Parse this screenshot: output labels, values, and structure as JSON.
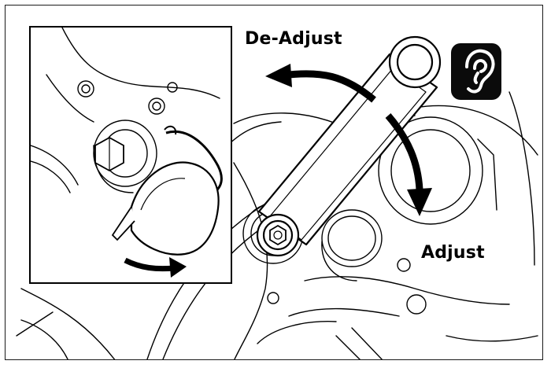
{
  "labels": {
    "de_adjust": "De-Adjust",
    "adjust": "Adjust"
  },
  "icons": {
    "ear": "ear-icon",
    "wrench": "ring-spanner",
    "direction_arrows": [
      "de-adjust-arrow",
      "adjust-arrow",
      "remove-cap-arrow"
    ]
  },
  "colors": {
    "line": "#000000",
    "background": "#ffffff",
    "badge": "#0b0b0b",
    "badge_icon": "#ffffff"
  }
}
